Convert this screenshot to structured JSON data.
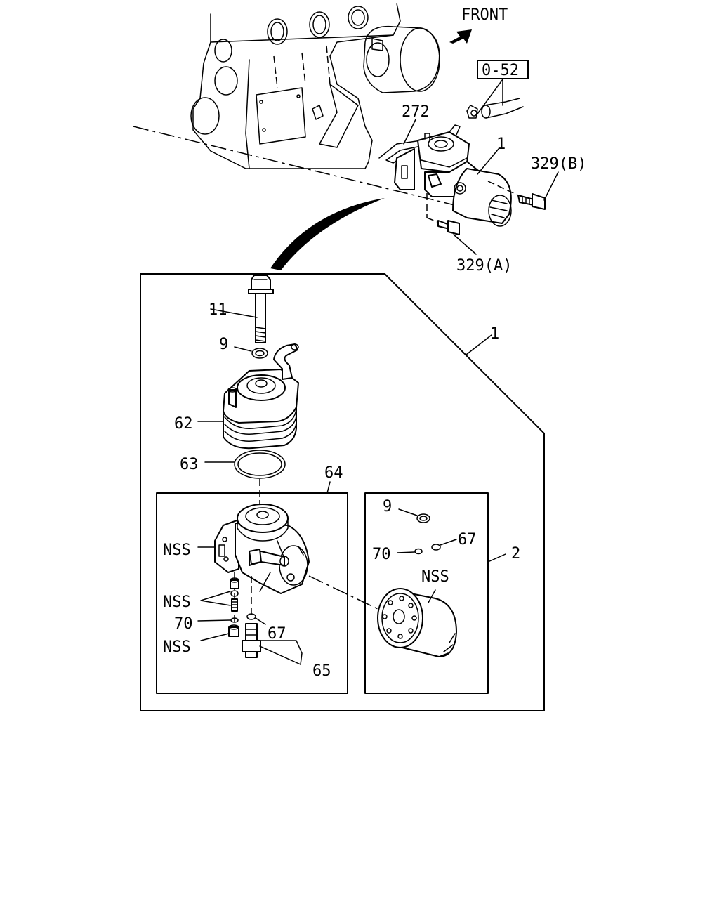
{
  "labels": {
    "front": "FRONT",
    "ref_0_52": "0-52",
    "p272": "272",
    "p1_top": "1",
    "p329b": "329(B)",
    "p329a": "329(A)",
    "p11": "11",
    "p9_left": "9",
    "p1_box": "1",
    "p62": "62",
    "p63": "63",
    "p64": "64",
    "nss_bracket": "NSS",
    "nss_bolts": "NSS",
    "p70_left": "70",
    "nss_plug": "NSS",
    "p67_left": "67",
    "p65": "65",
    "p9_right": "9",
    "p67_right": "67",
    "p70_right": "70",
    "p2": "2",
    "nss_filter": "NSS"
  }
}
